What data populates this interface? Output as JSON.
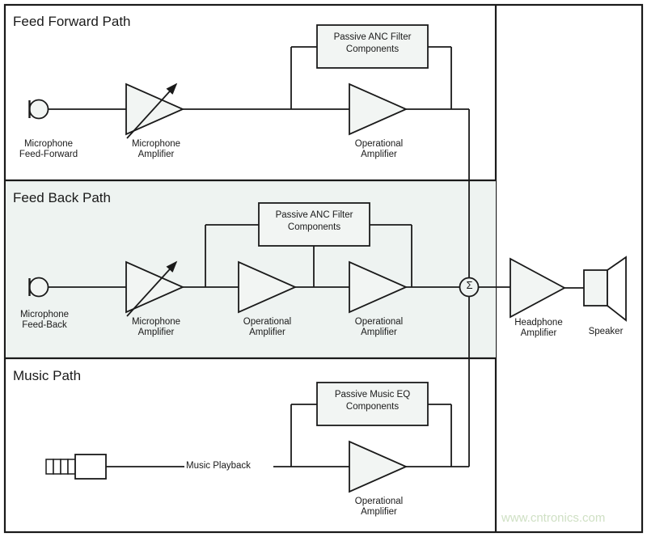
{
  "diagram": {
    "title_hidden": "",
    "watermark": "www.cntronics.com",
    "colors": {
      "stroke": "#1a1a1a",
      "fill_box": "#f2f5f3",
      "fill_section_highlight": "#eef3f1",
      "background": "#ffffff",
      "watermark": "#cfe0c4"
    },
    "sections": [
      {
        "id": "feed-forward",
        "title": "Feed Forward Path"
      },
      {
        "id": "feed-back",
        "title": "Feed Back Path"
      },
      {
        "id": "music",
        "title": "Music Path"
      }
    ],
    "feed_forward": {
      "mic_label": "Microphone\nFeed-Forward",
      "mic_amp_label": "Microphone\nAmplifier",
      "filter_box_label": "Passive ANC Filter\nComponents",
      "op_amp_label": "Operational\nAmplifier"
    },
    "feed_back": {
      "mic_label": "Microphone\nFeed-Back",
      "mic_amp_label": "Microphone\nAmplifier",
      "filter_box_label": "Passive ANC Filter\nComponents",
      "op_amp_1_label": "Operational\nAmplifier",
      "op_amp_2_label": "Operational\nAmplifier"
    },
    "music": {
      "playback_label": "Music Playback",
      "eq_box_label": "Passive Music EQ\nComponents",
      "op_amp_label": "Operational\nAmplifier"
    },
    "output": {
      "sum_symbol": "Σ",
      "headphone_amp_label": "Headphone\nAmplifier",
      "speaker_label": "Speaker"
    }
  }
}
